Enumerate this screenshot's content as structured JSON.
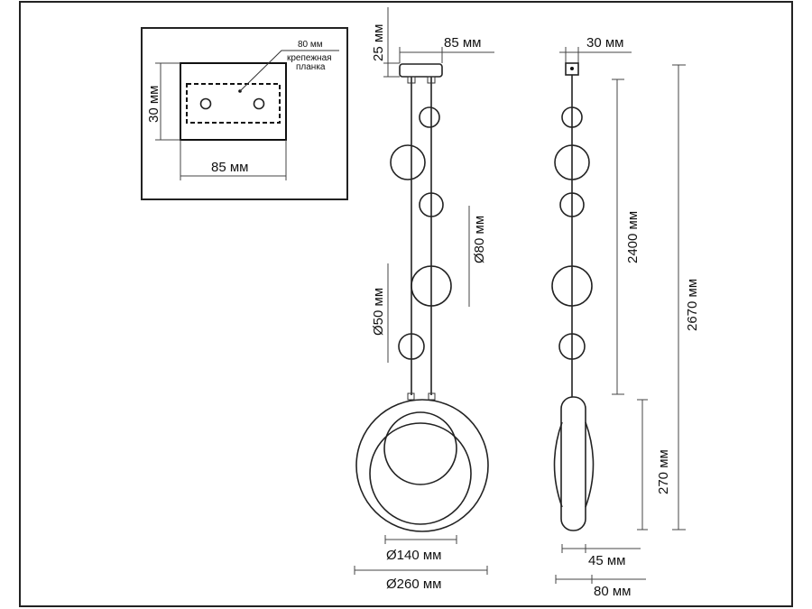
{
  "inset": {
    "bracket_width": "80 мм",
    "bracket_label_line1": "крепежная",
    "bracket_label_line2": "планка",
    "height": "30 мм",
    "width": "85 мм"
  },
  "front_view": {
    "canopy_height": "25 мм",
    "canopy_width": "85 мм",
    "large_ball_diameter": "Ø80 мм",
    "small_ball_diameter": "Ø50 мм",
    "inner_ring_diameter": "Ø140 мм",
    "outer_ring_diameter": "Ø260 мм"
  },
  "side_view": {
    "canopy_depth": "30 мм",
    "cable_length": "2400 мм",
    "total_height": "2670 мм",
    "ring_height": "270 мм",
    "ring_depth_inner": "45 мм",
    "ring_depth_outer": "80 мм"
  }
}
